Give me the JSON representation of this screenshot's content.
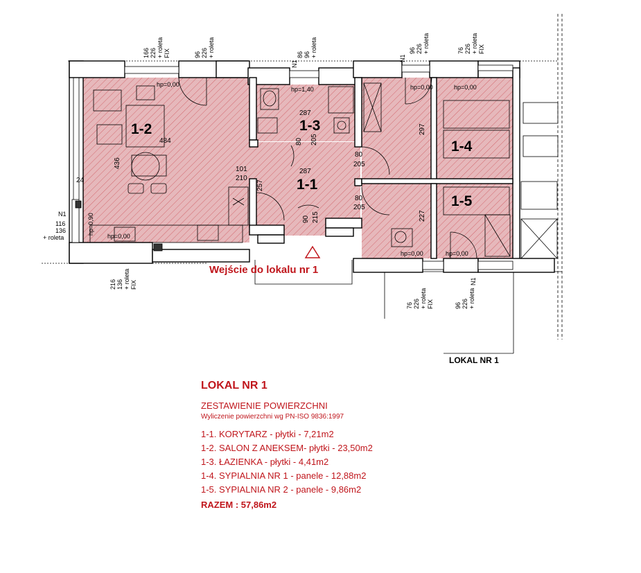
{
  "plan": {
    "rooms": [
      {
        "id": "1-2",
        "label": "1-2"
      },
      {
        "id": "1-3",
        "label": "1-3"
      },
      {
        "id": "1-1",
        "label": "1-1"
      },
      {
        "id": "1-4",
        "label": "1-4"
      },
      {
        "id": "1-5",
        "label": "1-5"
      }
    ],
    "dims": {
      "d484": "484",
      "d436": "436",
      "d101": "101",
      "d210": "210",
      "d287a": "287",
      "d287b": "287",
      "d257": "257",
      "d297": "297",
      "d227": "227",
      "d80a": "80",
      "d205a": "205",
      "d80b": "80",
      "d205b": "205",
      "d90": "90",
      "d215": "215",
      "d24": "24",
      "d80c": "80",
      "d205c": "205"
    },
    "sill_heights": {
      "hp000_a": "hp=0,00",
      "hp140": "hp=1,40",
      "hp000_b": "hp=0,00",
      "hp000_c": "hp=0,00",
      "hp000_d": "hp=0,00",
      "hp000_e": "hp=0,00",
      "hp090": "hp=0,90",
      "hp000_f": "hp=0,00"
    },
    "window_tags": [
      {
        "line1": "166",
        "line2": "226",
        "line3": "+ roleta",
        "line4": "FIX"
      },
      {
        "line1": "96",
        "line2": "226",
        "line3": "+ roleta",
        "line4": ""
      },
      {
        "line1": "86",
        "line2": "96",
        "line3": "+ roleta",
        "line4": ""
      },
      {
        "line1": "96",
        "line2": "226",
        "line3": "+ roleta",
        "line4": ""
      },
      {
        "line1": "76",
        "line2": "226",
        "line3": "+ roleta",
        "line4": "FIX"
      },
      {
        "line1": "216",
        "line2": "136",
        "line3": "+ roleta",
        "line4": "FIX"
      },
      {
        "line1": "76",
        "line2": "226",
        "line3": "+ roleta",
        "line4": "FIX"
      },
      {
        "line1": "96",
        "line2": "226",
        "line3": "+ roleta",
        "line4": ""
      },
      {
        "line1": "116",
        "line2": "136",
        "line3": "+ roleta",
        "line4": ""
      }
    ],
    "n1_tags": [
      "N1",
      "N1",
      "N1",
      "N1"
    ],
    "entrance_label": "Wejście do lokalu nr 1",
    "lokal_label": "LOKAL NR 1"
  },
  "legend": {
    "title": "LOKAL NR 1",
    "subtitle": "ZESTAWIENIE POWIERZCHNI",
    "method": "Wyliczenie powierzchni wg PN-ISO 9836:1997",
    "rows": [
      "1-1.  KORYTARZ - płytki - 7,21m2",
      "1-2.  SALON Z ANEKSEM- płytki - 23,50m2",
      "1-3.  ŁAZIENKA - płytki - 4,41m2",
      "1-4.  SYPIALNIA NR 1 - panele - 12,88m2",
      "1-5.  SYPIALNIA NR 2 - panele - 9,86m2"
    ],
    "total": "RAZEM  : 57,86m2"
  },
  "colors": {
    "room_fill": "#e6b8bb",
    "hatch": "#c0161c",
    "accent_text": "#c0161c",
    "wall": "#000000"
  }
}
